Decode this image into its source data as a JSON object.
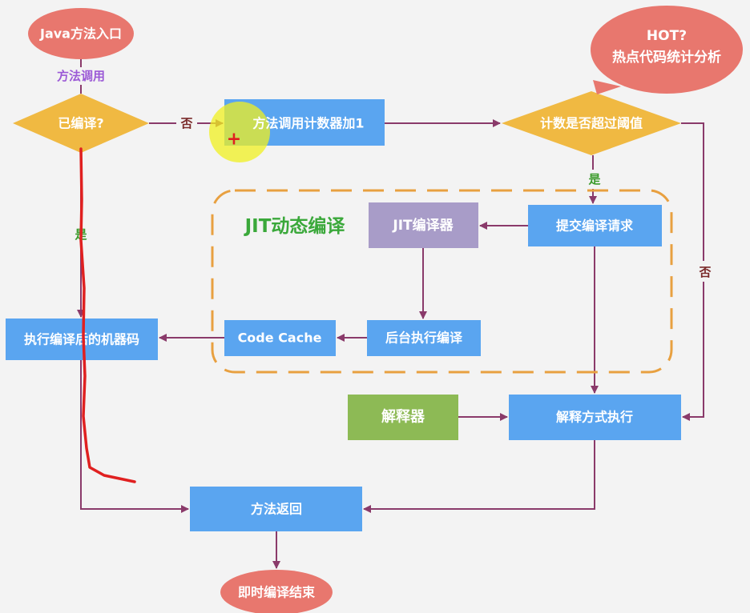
{
  "colors": {
    "terminal": "#e8776e",
    "decision": "#f0b942",
    "process": "#5aa5f0",
    "compiler": "#a89cc8",
    "interpreter": "#8dba55",
    "edge": "#8a3a6a",
    "jit_boundary": "#e8a040",
    "jit_title": "#3aa83a",
    "yes_label": "#3a9a2a",
    "no_label": "#7a2a2a",
    "call_label": "#9b59d6",
    "annotation": "#e02020"
  },
  "nodes": {
    "start": "Java方法入口",
    "compiled_check": "已编译?",
    "counter_increment": "方法调用计数器加1",
    "threshold_check": "计数是否超过阈值",
    "hot_bubble_line1": "HOT?",
    "hot_bubble_line2": "热点代码统计分析",
    "jit_title": "JIT动态编译",
    "jit_compiler": "JIT编译器",
    "submit_request": "提交编译请求",
    "background_compile": "后台执行编译",
    "code_cache": "Code Cache",
    "run_machine_code": "执行编译后的机器码",
    "interpreter": "解释器",
    "interpret_execute": "解释方式执行",
    "method_return": "方法返回",
    "end": "即时编译结束"
  },
  "edge_labels": {
    "method_call": "方法调用",
    "not_compiled": "否",
    "over_threshold": "是",
    "compiled": "是",
    "not_over_threshold": "否"
  }
}
